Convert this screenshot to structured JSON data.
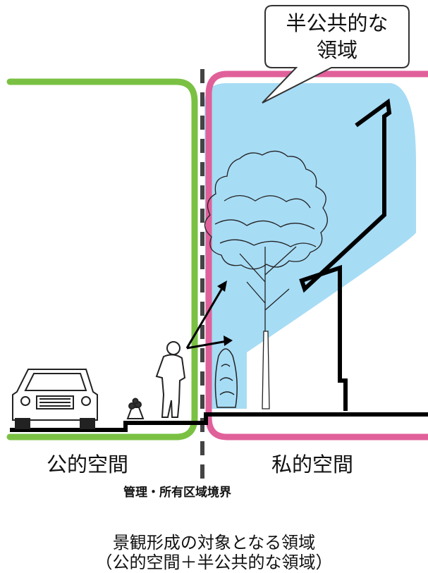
{
  "bubble": {
    "line1": "半公共的な",
    "line2": "領域"
  },
  "labels": {
    "public_space": "公的空間",
    "private_space": "私的空間",
    "boundary": "管理・所有区域境界"
  },
  "caption": {
    "line1": "景観形成の対象となる領域",
    "line2": "（公的空間＋半公共的な領域）"
  },
  "colors": {
    "public_outline": "#7ac143",
    "private_outline": "#e0609a",
    "semi_public_fill": "#a7dcf5",
    "boundary_line": "#444444",
    "ground": "#000000"
  },
  "icons": [
    "car-icon",
    "pedestrian-icon",
    "flower-pot-icon",
    "tree-icon",
    "shrub-icon",
    "sight-arrow-icon",
    "speech-bubble-icon",
    "building-icon"
  ]
}
